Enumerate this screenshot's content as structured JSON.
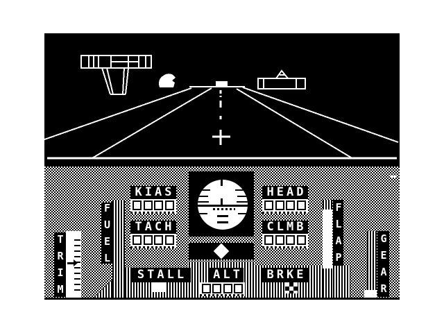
{
  "colors": {
    "foreground": "#ffffff",
    "background": "#000000"
  },
  "scene": {
    "elements": [
      "control-tower",
      "hill",
      "hangar-building",
      "runway",
      "horizon-line",
      "runway-end-marker",
      "runway-centerline",
      "aiming-cross",
      "ground-line"
    ]
  },
  "panel": {
    "gauges": {
      "trim": {
        "label": "TRIM"
      },
      "fuel": {
        "label": "FUEL"
      },
      "flap": {
        "label": "FLAP"
      },
      "gear": {
        "label": "GEAR"
      }
    },
    "instruments": {
      "kias": {
        "label": "KIAS",
        "digits": [
          "",
          "",
          "",
          ""
        ]
      },
      "tach": {
        "label": "TACH",
        "digits": [
          "",
          "",
          "",
          ""
        ]
      },
      "head": {
        "label": "HEAD",
        "digits": [
          "",
          "",
          "",
          ""
        ]
      },
      "clmb": {
        "label": "CLMB",
        "digits": [
          "",
          "",
          "",
          ""
        ]
      },
      "alt": {
        "label": "ALT",
        "digits": [
          "",
          "",
          "",
          ""
        ]
      },
      "stall": {
        "label": "STALL"
      },
      "brke": {
        "label": "BRKE"
      }
    }
  }
}
